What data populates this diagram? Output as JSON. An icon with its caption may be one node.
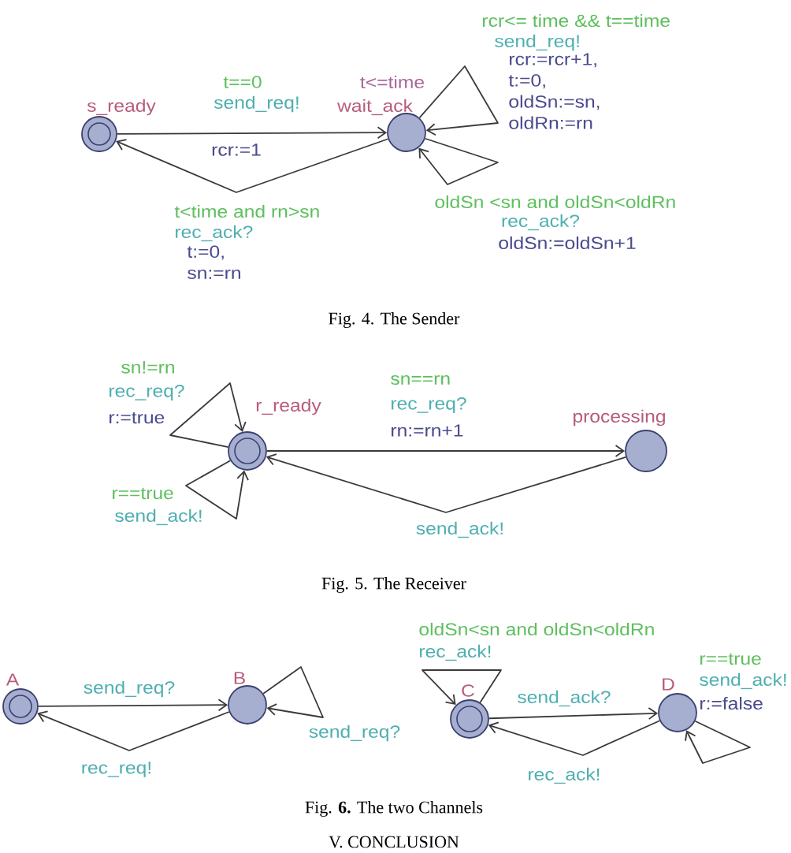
{
  "diagram": {
    "nodes": [
      {
        "text": [
          "s_ready"
        ]
      },
      {
        "text": [
          "wait_ack"
        ],
        "beside": [
          "t<=time"
        ]
      },
      {
        "text": [
          "r_ready"
        ]
      },
      {
        "text": [
          "processing"
        ]
      },
      {
        "text": [
          "A"
        ]
      },
      {
        "text": [
          "B"
        ]
      },
      {
        "text": [
          "C"
        ]
      },
      {
        "text": [
          "D"
        ]
      }
    ],
    "edges": [
      {
        "from": 0,
        "to": 1,
        "arrow": "to"
      },
      {
        "from": 1,
        "to": 0,
        "arrow": "to"
      },
      {
        "from": 1,
        "to": 1,
        "arrow": "to"
      },
      {
        "from": 1,
        "to": 1,
        "arrow": "to"
      },
      {
        "from": 2,
        "to": 2,
        "arrow": "to"
      },
      {
        "from": 2,
        "to": 2,
        "arrow": "to"
      },
      {
        "from": 2,
        "to": 3,
        "arrow": "to"
      },
      {
        "from": 3,
        "to": 2,
        "arrow": "to"
      },
      {
        "from": 4,
        "to": 5,
        "arrow": "to"
      },
      {
        "from": 5,
        "to": 4,
        "arrow": "to"
      },
      {
        "from": 5,
        "to": 5,
        "arrow": "to"
      },
      {
        "from": 6,
        "to": 6,
        "arrow": "to"
      },
      {
        "from": 6,
        "to": 7,
        "arrow": "to"
      },
      {
        "from": 7,
        "to": 6,
        "arrow": "to"
      },
      {
        "from": 7,
        "to": 7,
        "arrow": "to"
      }
    ],
    "labels": [
      "t==0",
      "send_req!",
      "rcr:=1",
      "rcr<= time && t==time",
      "send_req!",
      "rcr:=rcr+1, t:=0, oldSn:=sn, oldRn:=rn",
      "t<time and rn>sn",
      "rec_ack?",
      "t:=0, sn:=rn",
      "oldSn <sn and oldSn<oldRn",
      "rec_ack?",
      "oldSn:=oldSn+1",
      "Fig. 4. The Sender",
      "sn!=rn",
      "rec_req?",
      "r:=true",
      "sn==rn",
      "rec_req?",
      "rn:=rn+1",
      "r==true",
      "send_ack!",
      "send_ack!",
      "Fig. 5. The Receiver",
      "send_req?",
      "rec_req!",
      "send_req?",
      "oldSn<sn and oldSn<oldRn",
      "rec_ack!",
      "send_ack?",
      "rec_ack!",
      "r==true",
      "send_ack!",
      "r:=false",
      "Fig. **6.** The two Channels",
      "V. CONCLUSION"
    ]
  }
}
